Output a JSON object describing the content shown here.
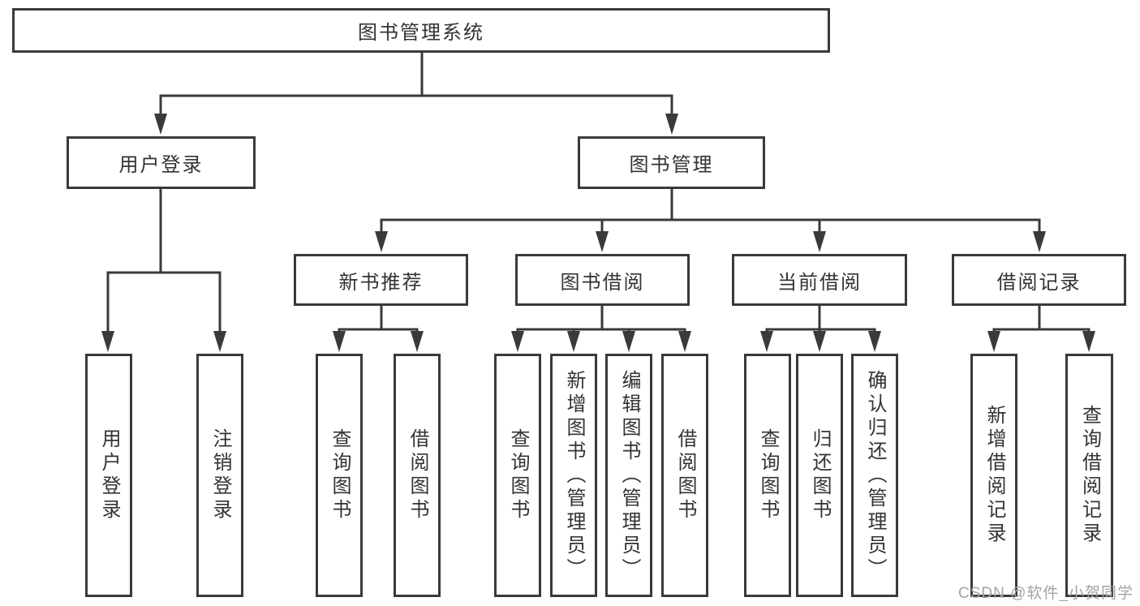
{
  "tree": {
    "root": {
      "label": "图书管理系统",
      "children": [
        {
          "label": "用户登录",
          "children": [
            {
              "label": "用户登录"
            },
            {
              "label": "注销登录"
            }
          ]
        },
        {
          "label": "图书管理",
          "children": [
            {
              "label": "新书推荐",
              "children": [
                {
                  "label": "查询图书"
                },
                {
                  "label": "借阅图书"
                }
              ]
            },
            {
              "label": "图书借阅",
              "children": [
                {
                  "label": "查询图书"
                },
                {
                  "label": "新增图书（管理员）"
                },
                {
                  "label": "编辑图书（管理员）"
                },
                {
                  "label": "借阅图书"
                }
              ]
            },
            {
              "label": "当前借阅",
              "children": [
                {
                  "label": "查询图书"
                },
                {
                  "label": "归还图书"
                },
                {
                  "label": "确认归还（管理员）"
                }
              ]
            },
            {
              "label": "借阅记录",
              "children": [
                {
                  "label": "新增借阅记录"
                },
                {
                  "label": "查询借阅记录"
                }
              ]
            }
          ]
        }
      ]
    }
  },
  "watermark": {
    "text": "CSDN @软件_小贺同学"
  },
  "colors": {
    "line": "#3a3a3a",
    "box_border": "#3a3a3a",
    "text": "#333333",
    "watermark": "#a3a3a3",
    "background": "#ffffff"
  }
}
